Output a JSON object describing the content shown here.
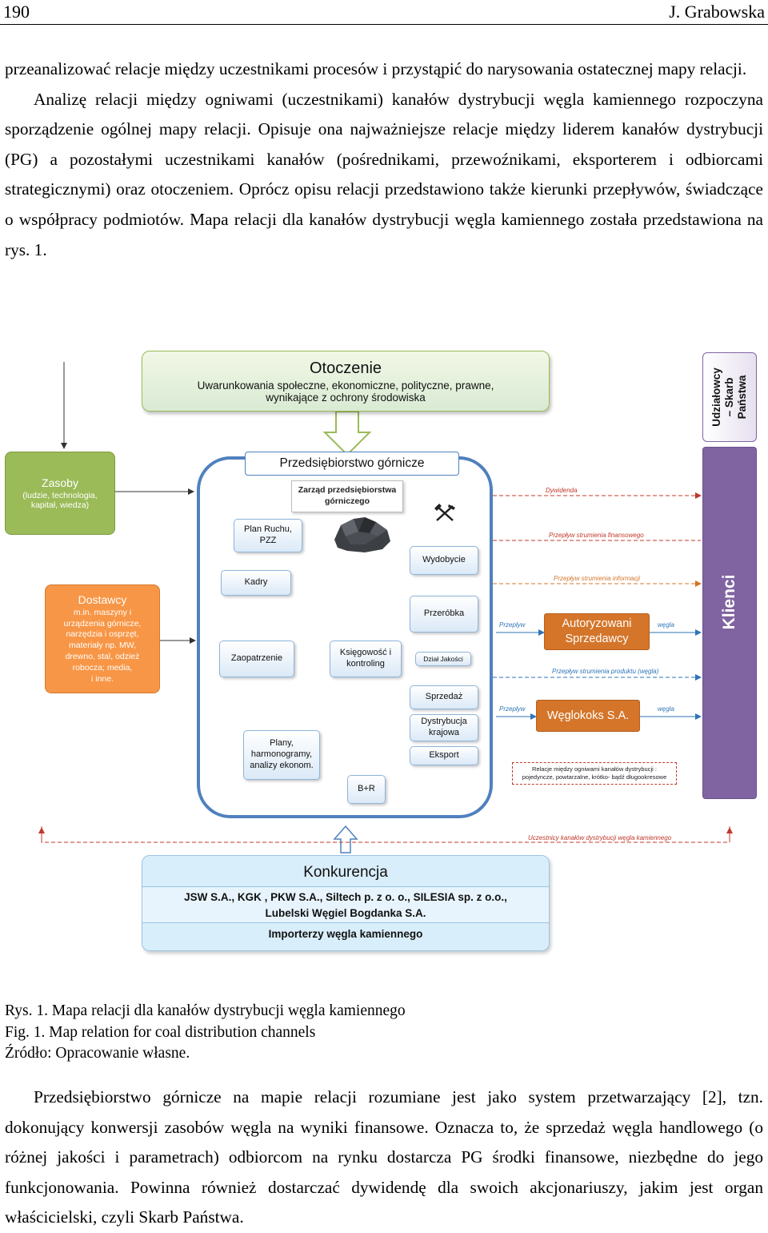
{
  "header": {
    "page_number": "190",
    "author": "J. Grabowska"
  },
  "paragraph1": {
    "text1": "przeanalizować relacje między uczestnikami procesów i przystąpić do narysowania ostatecznej mapy relacji.",
    "text2": "Analizę relacji między ogniwami (uczestnikami) kanałów dystrybucji węgla kamiennego rozpoczyna sporządzenie ogólnej mapy relacji. Opisuje ona najważniejsze relacje między liderem kanałów dystrybucji (PG) a pozostałymi uczestnikami kanałów (pośrednikami, przewoźnikami, eksporterem i odbiorcami strategicznymi) oraz otoczeniem. Oprócz opisu relacji przedstawiono także kierunki przepływów, świadczące o współpracy podmiotów. Mapa relacji dla kanałów dystrybucji węgla kamiennego została przedstawiona na rys. 1."
  },
  "diagram": {
    "otoczenie": {
      "title": "Otoczenie",
      "line1": "Uwarunkowania społeczne, ekonomiczne, polityczne, prawne,",
      "line2": "wynikające z ochrony środowiska"
    },
    "udzialowcy": {
      "l1": "Udziałowcy",
      "l2": "– Skarb",
      "l3": "Państwa"
    },
    "zasoby": {
      "title": "Zasoby",
      "l1": "(ludzie, technologia,",
      "l2": "kapitał,  wiedza)"
    },
    "dostawcy": {
      "title": "Dostawcy",
      "l1": "m.in. maszyny i",
      "l2": "urządzenia górnicze,",
      "l3": "narzędzia i osprzęt,",
      "l4": "materiały np. MW,",
      "l5": "drewno, stal, odzież",
      "l6": "robocza; media,",
      "l7": "i inne."
    },
    "pg": {
      "title": "Przedsiębiorstwo górnicze",
      "zarzad1": "Zarząd przedsiębiorstwa",
      "zarzad2": "górniczego",
      "plan_ruchu1": "Plan Ruchu,",
      "plan_ruchu2": "PZZ",
      "wydobycie": "Wydobycie",
      "kadry": "Kadry",
      "przerobka": "Przeróbka",
      "zaopatrzenie": "Zaopatrzenie",
      "ksiegowosc1": "Księgowość i",
      "ksiegowosc2": "kontroling",
      "dzial_jakosci": "Dział Jakości",
      "sprzedaz": "Sprzedaż",
      "dystrybucja1": "Dystrybucja",
      "dystrybucja2": "krajowa",
      "eksport": "Eksport",
      "plany1": "Plany,",
      "plany2": "harmonogramy,",
      "plany3": "analizy ekonom.",
      "bplusr": "B+R"
    },
    "flows": {
      "dywidenda": "Dywidenda",
      "finansowy": "Przepływ strumienia finansowego",
      "informacji": "Przepływ strumienia informacji",
      "przeplyw1": "Przeplyw",
      "wegla1": "węgla",
      "produktu": "Przepływ strumienia produktu  (węgla)",
      "przeplyw2": "Przeplyw",
      "wegla2": "węgla"
    },
    "autoryzowani1": "Autoryzowani",
    "autoryzowani2": "Sprzedawcy",
    "weglokoks": "Węglokoks S.A.",
    "relacje1": "Relacje między ogniwami kanałów dystrybucji :",
    "relacje2": "pojedyncze, powtarzalne, krótko- bądź długookresowe",
    "klienci": "Klienci",
    "uczestnicy": "Uczestnicy kanałów dystrybucji węgla kamiennego",
    "konkurencja": {
      "title": "Konkurencja",
      "line1": "JSW S.A., KGK , PKW S.A., Siltech p. z o. o., SILESIA sp. z o.o.,",
      "line2": "Lubelski Węgiel  Bogdanka S.A.",
      "line3": "Importerzy węgla kamiennego"
    }
  },
  "caption": {
    "rys": "Rys. 1. Mapa relacji dla kanałów dystrybucji węgla kamiennego",
    "fig": "Fig. 1. Map relation for coal distribution channels",
    "zrodlo": "Źródło: Opracowanie własne."
  },
  "paragraph2": {
    "text": "Przedsiębiorstwo górnicze na mapie relacji rozumiane jest jako system przetwarzający [2], tzn. dokonujący konwersji zasobów węgla na wyniki finansowe. Oznacza to, że sprzedaż węgla handlowego (o różnej jakości i parametrach) odbiorcom na rynku dostarcza PG środki finansowe, niezbędne do jego funkcjonowania. Powinna również dostarczać dywidendę dla swoich akcjonariuszy, jakim jest organ właścicielski, czyli Skarb Państwa."
  },
  "colors": {
    "green": "#9bbb59",
    "orange": "#f79646",
    "purple": "#8064a2",
    "blue_frame": "#4f81bd",
    "light_blue": "#d9eefb",
    "arrow_red": "#c0392b"
  }
}
